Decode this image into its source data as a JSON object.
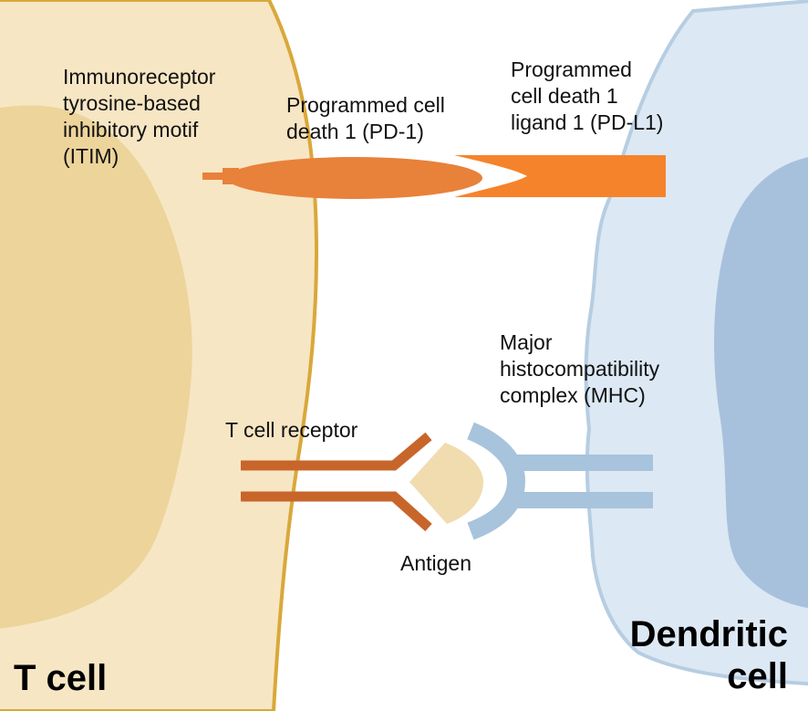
{
  "labels": {
    "itim": [
      "Immunoreceptor",
      "tyrosine-based",
      "inhibitory motif",
      "(ITIM)"
    ],
    "pd1": [
      "Programmed cell",
      "death 1 (PD-1)"
    ],
    "pdl1": [
      "Programmed",
      "cell death 1",
      "ligand 1 (PD-L1)"
    ],
    "mhc": [
      "Major",
      "histocompatibility",
      "complex (MHC)"
    ],
    "tcr": "T cell receptor",
    "antigen": "Antigen",
    "t_cell": "T cell",
    "dendritic_cell": [
      "Dendritic",
      "cell"
    ]
  },
  "colors": {
    "t_cell_fill": "#f7e6c4",
    "t_cell_outline": "#d9a83a",
    "t_cell_nucleus": "#ecd49b",
    "dendritic_fill": "#dce8f3",
    "dendritic_outline": "#b6cde2",
    "dendritic_nucleus": "#a7c1dc",
    "pd1": "#e8813a",
    "pdl1": "#f5832b",
    "tcr": "#c8652a",
    "mhc": "#a8c3dc",
    "antigen": "#f0dcaf"
  }
}
